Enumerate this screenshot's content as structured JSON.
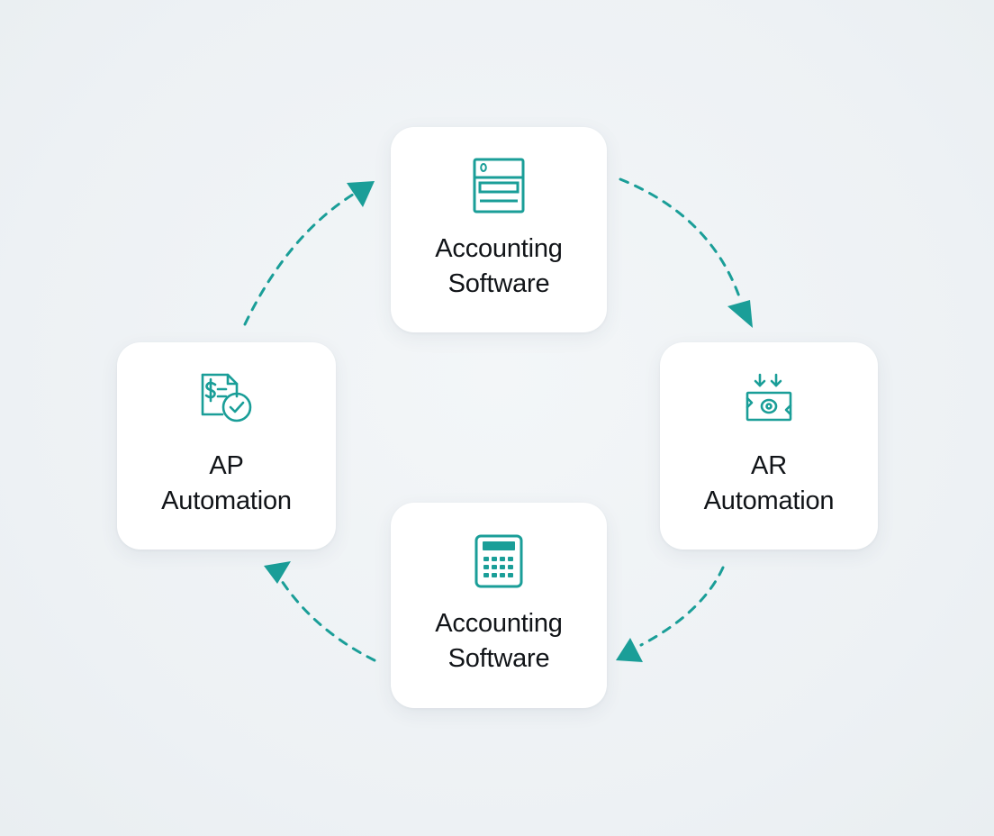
{
  "diagram": {
    "accent_color": "#1a9e98",
    "nodes": [
      {
        "id": "top",
        "icon": "ledger-icon",
        "lines": [
          "Accounting",
          "Software"
        ]
      },
      {
        "id": "right",
        "icon": "cash-receive-icon",
        "lines": [
          "AR",
          "Automation"
        ]
      },
      {
        "id": "bottom",
        "icon": "calculator-icon",
        "lines": [
          "Accounting",
          "Software"
        ]
      },
      {
        "id": "left",
        "icon": "invoice-check-icon",
        "lines": [
          "AP",
          "Automation"
        ]
      }
    ],
    "flow": [
      "top",
      "right",
      "bottom",
      "left",
      "top"
    ],
    "flow_direction": "clockwise"
  }
}
